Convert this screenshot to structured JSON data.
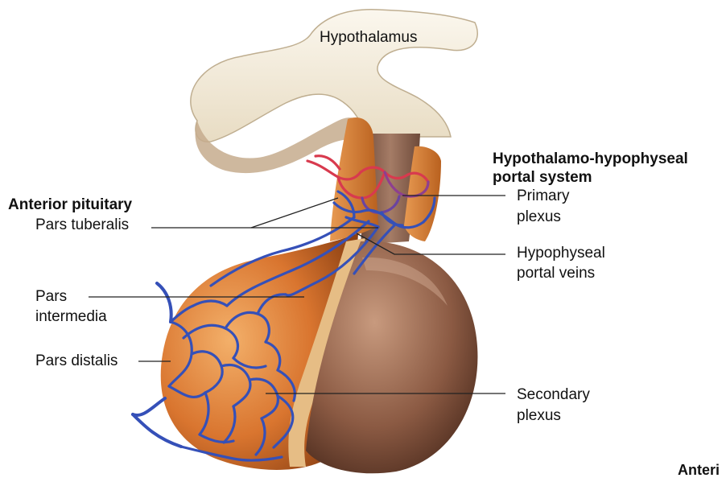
{
  "labels": {
    "hypothalamus": "Hypothalamus",
    "portal_system_line1": "Hypothalamo-hypophyseal",
    "portal_system_line2": "portal system",
    "anterior_pituitary": "Anterior pituitary",
    "pars_tuberalis": "Pars tuberalis",
    "pars_intermedia_line1": "Pars",
    "pars_intermedia_line2": "intermedia",
    "pars_distalis": "Pars distalis",
    "primary_plexus_line1": "Primary",
    "primary_plexus_line2": "plexus",
    "portal_veins_line1": "Hypophyseal",
    "portal_veins_line2": "portal veins",
    "secondary_plexus_line1": "Secondary",
    "secondary_plexus_line2": "plexus",
    "cut_off_corner": "Anteri"
  },
  "colors": {
    "hypothalamus_fill": "#f3ecdc",
    "hypothalamus_shadow": "#c9b79a",
    "anterior_lobe": "#d9752f",
    "anterior_lobe_dark": "#a8501a",
    "posterior_lobe": "#8b5a43",
    "posterior_lobe_light": "#b98366",
    "intermedia_band": "#e4b57a",
    "vein_blue": "#3550b8",
    "artery_red": "#d83a4e"
  }
}
